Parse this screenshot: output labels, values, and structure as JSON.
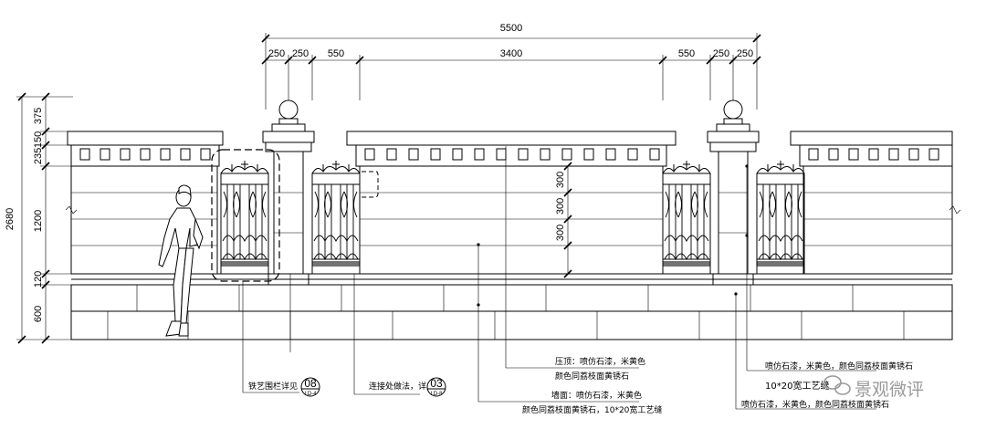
{
  "dimensions": {
    "top_total": "5500",
    "top_segments": [
      "250",
      "250",
      "550",
      "3400",
      "550",
      "250",
      "250"
    ],
    "left_total": "2680",
    "left_segments": [
      "375",
      "150",
      "235",
      "1200",
      "120",
      "600"
    ],
    "inner_segments": [
      "300",
      "300",
      "300"
    ]
  },
  "notes": {
    "iron_rail": "铁艺围栏详见",
    "iron_rail_ref": "08",
    "iron_rail_sheet": "LD-4",
    "joint": "连接处做法，详见",
    "joint_ref": "03",
    "joint_sheet": "LD-8",
    "coping_line1": "压顶：喷仿石漆，米黄色",
    "coping_line2": "颜色同荔枝面黄锈石",
    "wall_line1": "墙面：喷仿石漆，米黄色",
    "wall_line2": "颜色同荔枝面黄锈石，10*20宽工艺缝",
    "pillar_line1": "喷仿石漆，米黄色，颜色同荔枝面黄锈石",
    "pillar_line2": "10*20宽工艺缝",
    "base_line1": "喷仿石漆，米黄色，颜色同荔枝面黄锈石"
  },
  "watermark": "景观微评"
}
